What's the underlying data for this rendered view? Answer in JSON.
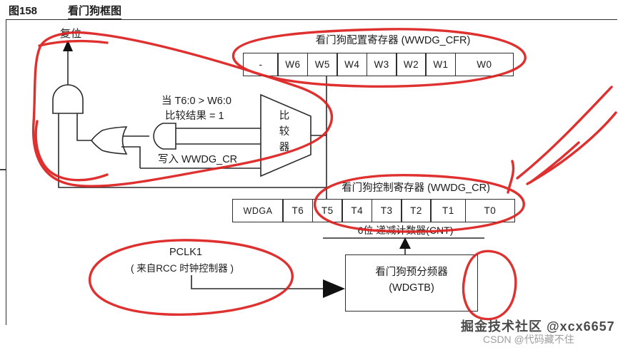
{
  "header": {
    "figure_label": "图158",
    "figure_title": "看门狗框图"
  },
  "diagram": {
    "reset_label": "复位",
    "cfr_register": {
      "title": "看门狗配置寄存器 (WWDG_CFR)",
      "cells": [
        "-",
        "W6",
        "W5",
        "W4",
        "W3",
        "W2",
        "W1",
        "W0"
      ]
    },
    "comparator": {
      "condition_line1": "当 T6:0 > W6:0",
      "condition_line2": "比较结果 = 1",
      "label_vertical": "比\n较\n器",
      "write_label": "写入 WWDG_CR"
    },
    "cr_register": {
      "title": "看门狗控制寄存器 (WWDG_CR)",
      "cells": [
        "WDGA",
        "T6",
        "T5",
        "T4",
        "T3",
        "T2",
        "T1",
        "T0"
      ],
      "counter_label": "6位 递减计数器(CNT)"
    },
    "clock": {
      "pclk_label": "PCLK1",
      "pclk_source": "( 来自RCC 时钟控制器 )"
    },
    "prescaler": {
      "line1": "看门狗预分频器",
      "line2": "(WDGTB)"
    }
  },
  "annotations": {
    "color": "#dd1f1f"
  },
  "watermarks": {
    "juejin": "掘金技术社区 @xcx6657",
    "csdn": "CSDN @代码藏不住"
  }
}
